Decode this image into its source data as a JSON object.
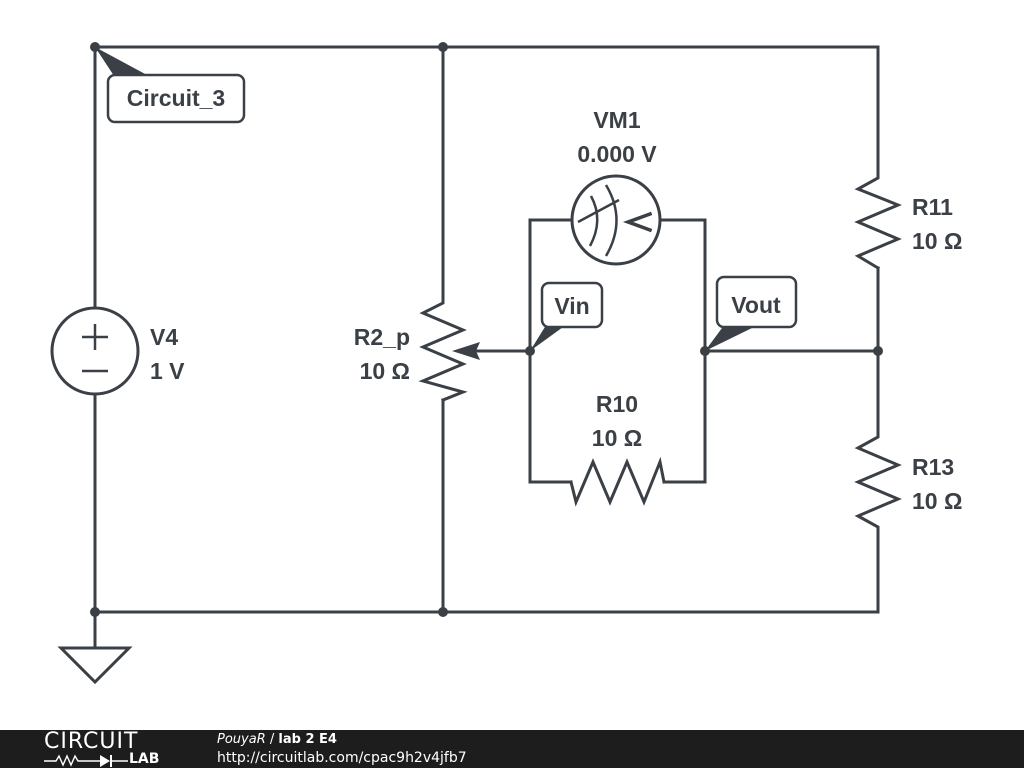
{
  "circuit": {
    "name_tag": "Circuit_3",
    "components": {
      "v4": {
        "name": "V4",
        "value": "1 V",
        "type": "voltage-source"
      },
      "r2p": {
        "name": "R2_p",
        "value": "10 Ω",
        "type": "potentiometer"
      },
      "vm1": {
        "name": "VM1",
        "value": "0.000 V",
        "type": "voltmeter"
      },
      "r10": {
        "name": "R10",
        "value": "10 Ω",
        "type": "resistor"
      },
      "r11": {
        "name": "R11",
        "value": "10 Ω",
        "type": "resistor"
      },
      "r13": {
        "name": "R13",
        "value": "10 Ω",
        "type": "resistor"
      }
    },
    "net_labels": {
      "vin": "Vin",
      "vout": "Vout"
    }
  },
  "footer": {
    "logo_top": "CIRCUIT",
    "logo_bottom": "LAB",
    "user": "PouyaR",
    "separator": " / ",
    "title": "lab 2 E4",
    "url": "http://circuitlab.com/cpac9h2v4jfb7"
  }
}
